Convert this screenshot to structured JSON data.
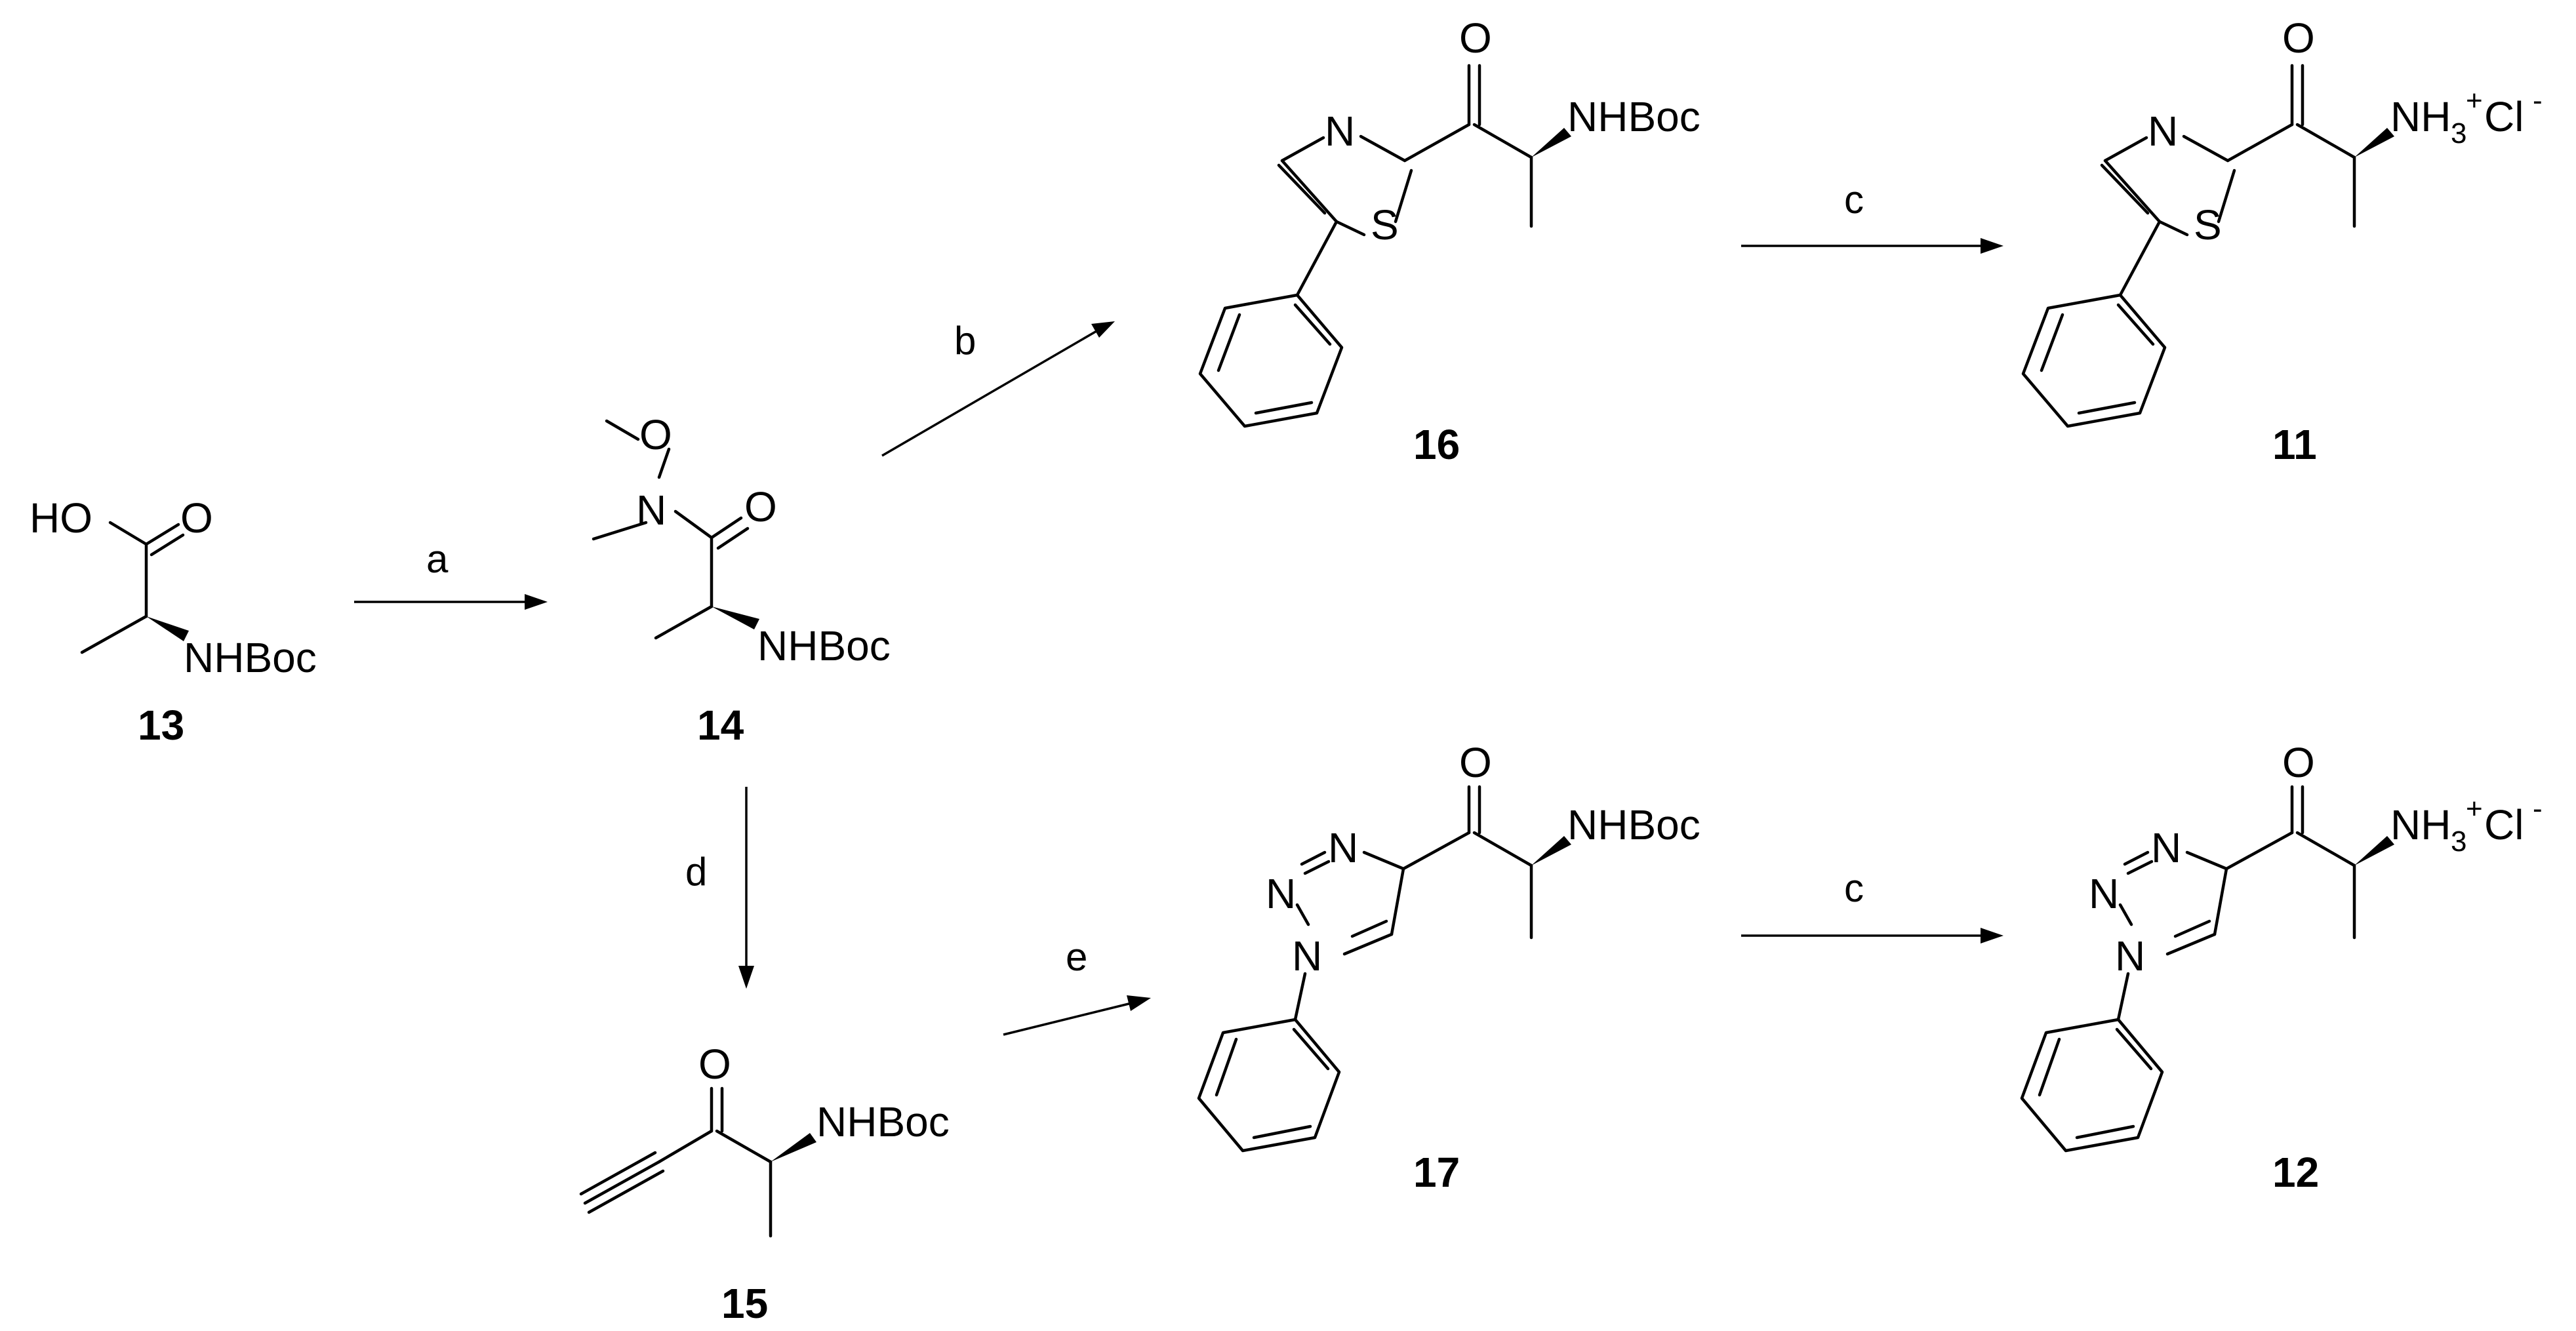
{
  "compounds": {
    "c13": {
      "label": "13",
      "hydroxyl": "HO",
      "carbonyl_o": "O",
      "amine": "NHBoc"
    },
    "c14": {
      "label": "14",
      "methoxy_o": "O",
      "amide_n": "N",
      "carbonyl_o": "O",
      "amine": "NHBoc"
    },
    "c15": {
      "label": "15",
      "carbonyl_o": "O",
      "amine": "NHBoc"
    },
    "c16": {
      "label": "16",
      "ring_n": "N",
      "ring_s": "S",
      "carbonyl_o": "O",
      "amine": "NHBoc"
    },
    "c11": {
      "label": "11",
      "ring_n": "N",
      "ring_s": "S",
      "carbonyl_o": "O",
      "ammonium": "NH",
      "sub3": "3",
      "sup_plus": "+",
      "chloride": "Cl",
      "sup_minus": "-"
    },
    "c17": {
      "label": "17",
      "n1": "N",
      "n2": "N",
      "n3": "N",
      "carbonyl_o": "O",
      "amine": "NHBoc"
    },
    "c12": {
      "label": "12",
      "n1": "N",
      "n2": "N",
      "n3": "N",
      "carbonyl_o": "O",
      "ammonium": "NH",
      "sub3": "3",
      "sup_plus": "+",
      "chloride": "Cl",
      "sup_minus": "-"
    }
  },
  "reagents": {
    "a": "a",
    "b": "b",
    "c_top": "c",
    "c_bottom": "c",
    "d": "d",
    "e": "e"
  }
}
